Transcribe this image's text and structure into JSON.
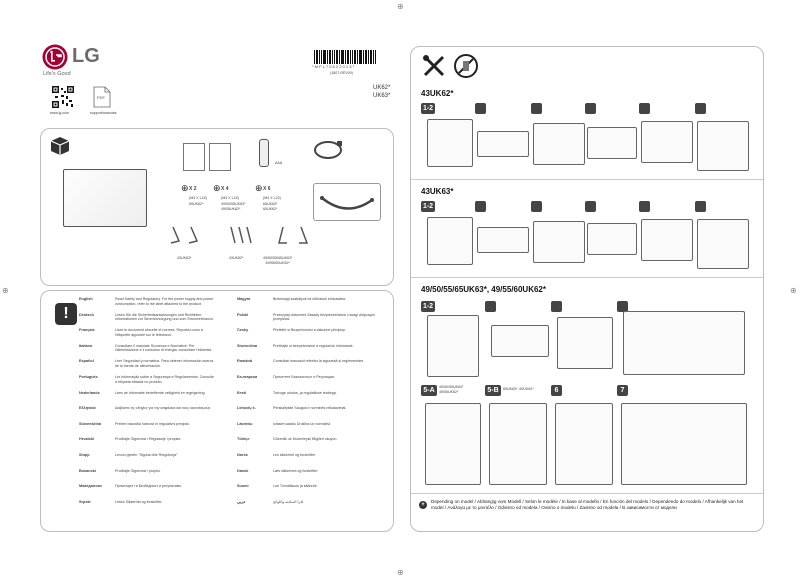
{
  "brand": {
    "logo_text": "LG",
    "tagline": "Life's Good"
  },
  "links": {
    "site": "www.lg.com",
    "manual": "support/manuals"
  },
  "pdf_label": "PDF",
  "barcode": {
    "code": "* M F L 7 0 6 2 2 0 1 3 *",
    "sub": "(1807-REV00)"
  },
  "models_header": [
    "UK62*",
    "UK63*"
  ],
  "parts": {
    "screw_a": {
      "count": "X 2",
      "size": "(M4 X L16)",
      "models": "65UK62*"
    },
    "screw_b": {
      "count": "X 4",
      "size": "(M4 X L16)",
      "models": "49/50/55UK63*\n49/55UK62*"
    },
    "screw_c": {
      "count": "X 6",
      "size": "(M4 X L20)",
      "models": "65UK63*\n60UK62*"
    },
    "battery": "AAA",
    "stand_1": "43UK63*",
    "stand_2": "43UK62*",
    "stand_3": "49/50/55/65UK63*\n49/55/60UK62*"
  },
  "steps_sections": [
    {
      "model": "43UK62*",
      "step": "1-2"
    },
    {
      "model": "43UK63*",
      "step": "1-2"
    },
    {
      "model": "49/50/55/65UK63*, 49/55/60UK62*",
      "step": "1-2"
    }
  ],
  "sub_steps": [
    {
      "num": "5-A",
      "models": "49/50/55UK63*\n49/55UK62*"
    },
    {
      "num": "5-B",
      "models": "65UK63*, 60UK62*"
    },
    {
      "num": "6",
      "models": ""
    },
    {
      "num": "7",
      "models": ""
    }
  ],
  "safety": [
    {
      "lang": "English",
      "text": "Read Safety and Regulatory. For the power supply and power consumption, refer to the label attached to the product."
    },
    {
      "lang": "Deutsch",
      "text": "Lesen Sie die Sicherheitsanweisungen und Richtlinien. Informationen zur Stromversorgung und zum Stromverbrauch."
    },
    {
      "lang": "Français",
      "text": "Lisez le document sécurité et normes. Reportez-vous à l'étiquette apposée sur le téléviseur."
    },
    {
      "lang": "Italiano",
      "text": "Consultare il manuale Sicurezza e Normative. Per l'alimentazione e il consumo di energia, consultare l'etichetta."
    },
    {
      "lang": "Español",
      "text": "Leer Seguridad y normativa. Para obtener información acerca de la fuente de alimentación."
    },
    {
      "lang": "Português",
      "text": "Ler Informação sobre a Segurança e Regulamentos. Consulte a etiqueta afixada no produto."
    },
    {
      "lang": "Nederlands",
      "text": "Lees de Informatie betreffende veiligheid en regelgeving."
    },
    {
      "lang": "Ελληνικά",
      "text": "Διαβάστε τις οδηγίες για την ασφάλεια και τους κανονισμούς."
    },
    {
      "lang": "Slovenščina",
      "text": "Preberi navodila Varnost in regulativni predpisi."
    },
    {
      "lang": "Hrvatski",
      "text": "Pročitajte Sigurnost i Regulacije i propise."
    },
    {
      "lang": "Shqip",
      "text": "Lexoni pjesën \"Siguria dhe Rregullorja\"."
    },
    {
      "lang": "Bosanski",
      "text": "Pročitajte Sigurnost i propisi."
    },
    {
      "lang": "Македонски",
      "text": "Прочитајте ги Безбедност и регулативи."
    },
    {
      "lang": "Srpski",
      "text": "Leses Sikkerhet og forskrifter."
    },
    {
      "lang": "Magyar",
      "text": "Biztonsági szabályok és előírások elolvasása."
    },
    {
      "lang": "Polski",
      "text": "Przeczytaj dokument Zasady bezpieczeństwa i uwagi dotyczące przepisów."
    },
    {
      "lang": "Česky",
      "text": "Přečtěte si Bezpečnostní a zákonné předpisy."
    },
    {
      "lang": "Slovenčina",
      "text": "Prečítajte si bezpečnostné a regulačné informácie."
    },
    {
      "lang": "Română",
      "text": "Consultați manualul referitor la siguranță și reglementare."
    },
    {
      "lang": "Български",
      "text": "Прочетете Безопасност и Регулации."
    },
    {
      "lang": "Eesti",
      "text": "Tutvuge ohutus- ja regulatiivse teabega."
    },
    {
      "lang": "Lietuvių k.",
      "text": "Perskaitykite Saugos ir norminės reikalavimai."
    },
    {
      "lang": "Latviešu",
      "text": "Izlasiet sadaļu Drošība un normatīvi."
    },
    {
      "lang": "Türkçe",
      "text": "Güvenlik ve Düzenleyici Bilgileri okuyun."
    },
    {
      "lang": "Norsk",
      "text": "Les sikkerhet og forskrifter."
    },
    {
      "lang": "Dansk",
      "text": "Læs sikkerhed og forskrifter."
    },
    {
      "lang": "Suomi",
      "text": "Lue Turvallisuus ja säännöt."
    },
    {
      "lang": "عربي",
      "text": "اقرأ السلامة واللوائح."
    }
  ],
  "footer_note": "Depending on model / Abhängig vom Modell / Selon le modèle / In base al modello / En función del modelo / Dependendo do modelo / Afhankelijk van het model / Ανάλογα με το μοντέλο / Odvisno od modela / Ovisno o modelu / Zavisno od modela / В зависимости от модели"
}
